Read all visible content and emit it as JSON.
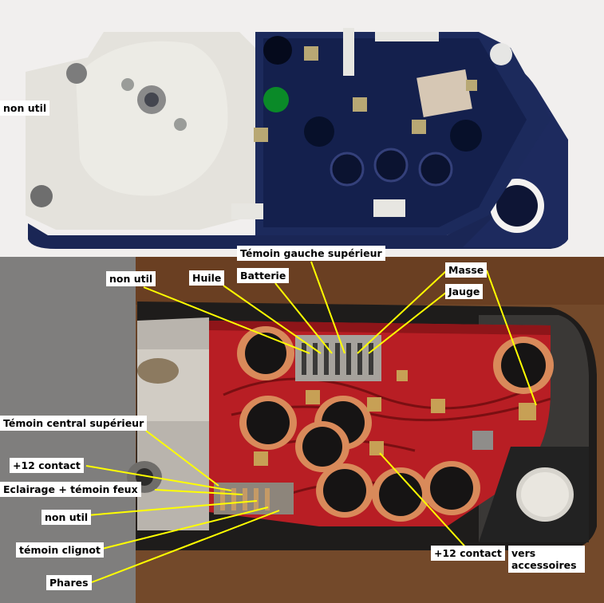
{
  "colors": {
    "label_bg": "#ffffff",
    "label_text": "#000000",
    "pointer_line": "#ffff00",
    "pcb_red": "#b81e24",
    "backplate_navy": "#1c2a5c"
  },
  "labels": {
    "non_util_top": "non util",
    "temoin_gauche_superieur": "Témoin gauche supérieur",
    "masse": "Masse",
    "non_util_mid": "non util",
    "huile": "Huile",
    "batterie": "Batterie",
    "jauge": "Jauge",
    "temoin_central_superieur": "Témoin central supérieur",
    "plus12_contact_left": "+12 contact",
    "eclairage_temoin_feux": "Eclairage + témoin feux",
    "non_util_bottom": "non util",
    "temoin_clignot": "témoin clignot",
    "phares": "Phares",
    "plus12_contact_bottom": "+12 contact",
    "vers_accessoires_line1": "vers",
    "vers_accessoires_line2": "accessoires"
  }
}
